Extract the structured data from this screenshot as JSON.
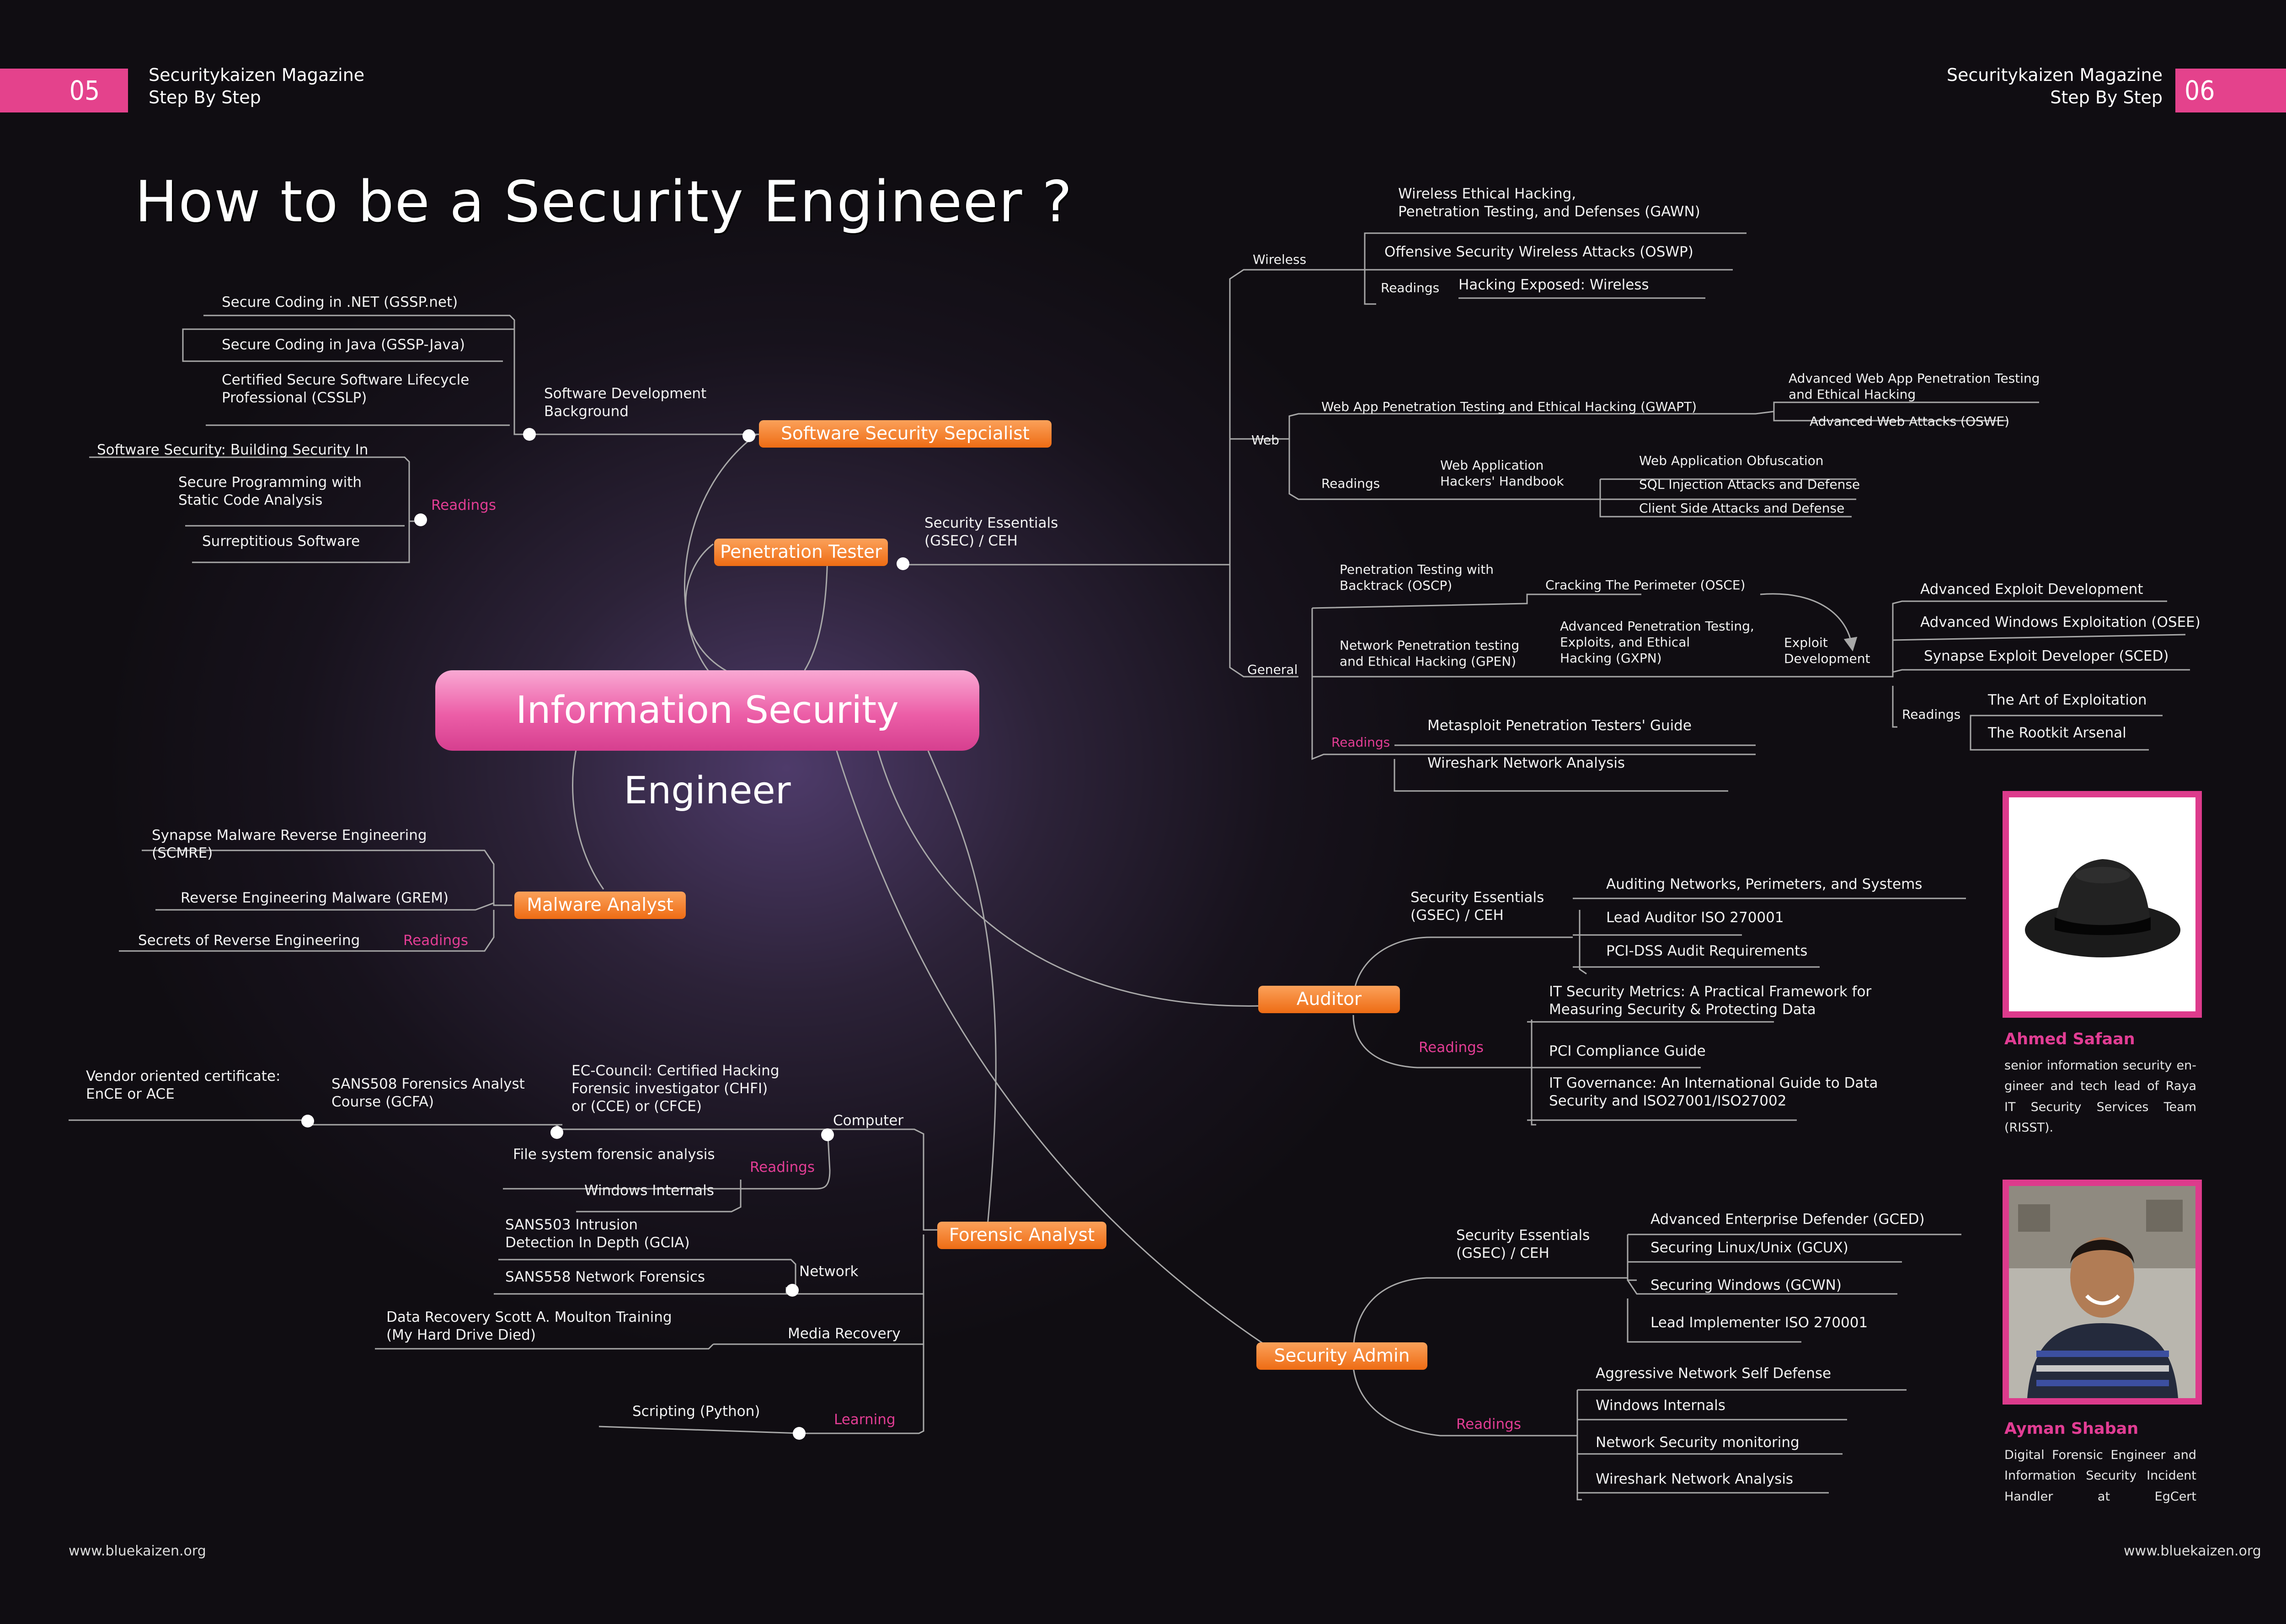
{
  "header": {
    "left": {
      "page": "05",
      "line1": "Securitykaizen Magazine",
      "line2": "Step By Step"
    },
    "right": {
      "page": "06",
      "line1": "Securitykaizen Magazine",
      "line2": "Step By Step"
    }
  },
  "title": "How to be a Security Engineer ?",
  "center": "Information Security Engineer",
  "nodes": {
    "software": "Software Security Sepcialist",
    "pentester": "Penetration Tester",
    "malware": "Malware Analyst",
    "forensic": "Forensic Analyst",
    "auditor": "Auditor",
    "secadmin": "Security Admin"
  },
  "software": {
    "dev_bg": "Software Development\nBackground",
    "items": [
      "Secure Coding in .NET (GSSP.net)",
      "Secure Coding in Java (GSSP-Java)",
      "Certified Secure Software Lifecycle\nProfessional (CSSLP)"
    ],
    "readings_label": "Readings",
    "readings": [
      "Software Security: Building Security In",
      "Secure Programming with\nStatic Code Analysis",
      "Surreptitious Software"
    ]
  },
  "pentest": {
    "essentials": "Security Essentials\n(GSEC) / CEH",
    "wireless": {
      "label": "Wireless",
      "items": [
        "Wireless Ethical Hacking,\nPenetration Testing, and Defenses (GAWN)",
        "Offensive Security Wireless Attacks (OSWP)"
      ],
      "readings_label": "Readings",
      "reading": "Hacking Exposed: Wireless"
    },
    "web": {
      "label": "Web",
      "gwapt": "Web App Penetration Testing and Ethical Hacking (GWAPT)",
      "adv1": "Advanced Web App Penetration Testing\nand Ethical Hacking",
      "adv2": "Advanced Web Attacks (OSWE)",
      "readings_label": "Readings",
      "handbook": "Web Application\nHackers' Handbook",
      "readings": [
        "Web Application Obfuscation",
        "SQL Injection Attacks and Defense",
        "Client Side Attacks and Defense"
      ]
    },
    "general": {
      "label": "General",
      "oscp": "Penetration Testing with\nBacktrack (OSCP)",
      "osce": "Cracking The Perimeter (OSCE)",
      "gpen": "Network Penetration testing\nand Ethical Hacking (GPEN)",
      "gxpn": "Advanced Penetration Testing,\nExploits, and Ethical\nHacking (GXPN)",
      "exploit_dev": "Exploit\nDevelopment",
      "exploit_items": [
        "Advanced Exploit Development",
        "Advanced Windows Exploitation (OSEE)",
        "Synapse Exploit Developer (SCED)"
      ],
      "exploit_readings_label": "Readings",
      "exploit_readings": [
        "The Art of Exploitation",
        "The Rootkit Arsenal"
      ],
      "readings_label": "Readings",
      "readings": [
        "Metasploit Penetration Testers' Guide",
        "Wireshark Network Analysis"
      ]
    }
  },
  "malware": {
    "items": [
      "Synapse Malware Reverse Engineering\n(SCMRE)",
      "Reverse Engineering Malware (GREM)"
    ],
    "reading": "Secrets of Reverse Engineering",
    "readings_label": "Readings"
  },
  "forensic": {
    "vendor": "Vendor oriented certificate:\nEnCE or ACE",
    "gcfa": "SANS508 Forensics Analyst\nCourse (GCFA)",
    "chfi": "EC-Council: Certified Hacking\nForensic investigator (CHFI)\nor (CCE) or (CFCE)",
    "computer": "Computer",
    "readings_label": "Readings",
    "readings": [
      "File system forensic analysis",
      "Windows Internals"
    ],
    "gcia": "SANS503 Intrusion\nDetection In Depth (GCIA)",
    "sans558": "SANS558 Network Forensics",
    "network": "Network",
    "recovery_training": "Data Recovery Scott A. Moulton Training\n(My Hard Drive Died)",
    "media": "Media Recovery",
    "scripting": "Scripting (Python)",
    "learning": "Learning"
  },
  "auditor": {
    "essentials": "Security Essentials\n(GSEC) / CEH",
    "items": [
      "Auditing Networks, Perimeters, and Systems",
      "Lead Auditor ISO 270001",
      "PCI-DSS Audit Requirements"
    ],
    "readings_label": "Readings",
    "readings": [
      "IT Security Metrics: A Practical Framework for\nMeasuring Security & Protecting Data",
      "PCI Compliance Guide",
      "IT Governance: An International Guide to Data\nSecurity and ISO27001/ISO27002"
    ]
  },
  "secadmin": {
    "essentials": "Security Essentials\n(GSEC) / CEH",
    "items": [
      "Advanced Enterprise Defender (GCED)",
      "Securing Linux/Unix (GCUX)",
      "Securing Windows (GCWN)",
      "Lead Implementer ISO 270001"
    ],
    "readings_label": "Readings",
    "readings": [
      "Aggressive Network Self Defense",
      "Windows Internals",
      "Network Security monitoring",
      "Wireshark Network Analysis"
    ]
  },
  "authors": [
    {
      "name": "Ahmed Safaan",
      "desc": "senior information security en-\ngineer and tech lead of Raya\nIT Security Services Team\n(RISST)."
    },
    {
      "name": "Ayman Shaban",
      "desc": "Digital Forensic Engineer and\nInformation Security Incident\nHandler at EgCert"
    }
  ],
  "footer": {
    "left": "www.bluekaizen.org",
    "right": "www.bluekaizen.org"
  },
  "colors": {
    "accent_pink": "#e4428c",
    "node_orange": "#f57f2a",
    "center_pink": "#ec5ea7",
    "line": "#9a9a9a"
  }
}
